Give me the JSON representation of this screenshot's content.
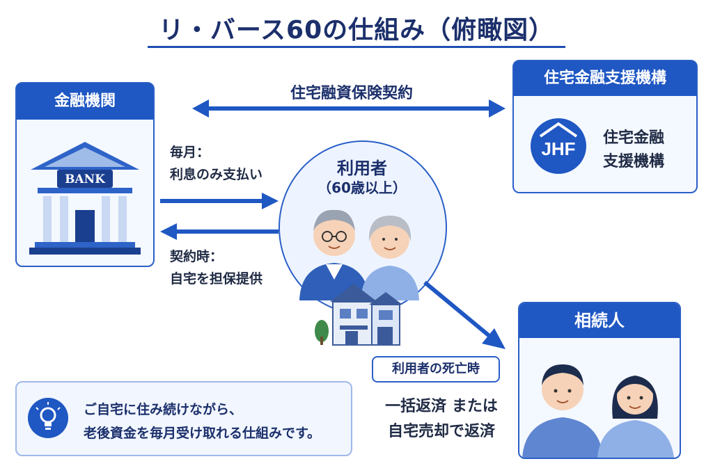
{
  "title": "リ・バース60の仕組み（俯瞰図）",
  "nodes": {
    "bank": {
      "header": "金融機関",
      "sign": "BANK"
    },
    "jhf": {
      "header": "住宅金融支援機構",
      "logo_text": "JHF",
      "line1": "住宅金融",
      "line2": "支援機構"
    },
    "user": {
      "line1": "利用者",
      "line2": "（60歳以上）"
    },
    "heirs": {
      "header": "相続人"
    }
  },
  "edges": {
    "insurance": "住宅融資保険契約",
    "monthly_line1": "毎月：",
    "monthly_line2": "利息のみ支払い",
    "contract_line1": "契約時：",
    "contract_line2": "自宅を担保提供",
    "death_badge": "利用者の死亡時",
    "repay_line1": "一括返済 または",
    "repay_line2": "自宅売却で返済"
  },
  "tip": {
    "icon": "lightbulb-icon",
    "line1": "ご自宅に住み続けながら、",
    "line2": "老後資金を毎月受け取れる仕組みです。"
  },
  "colors": {
    "accent": "#1f57c3",
    "navy": "#1b2f6b",
    "light_bg": "#f4f8ff"
  }
}
